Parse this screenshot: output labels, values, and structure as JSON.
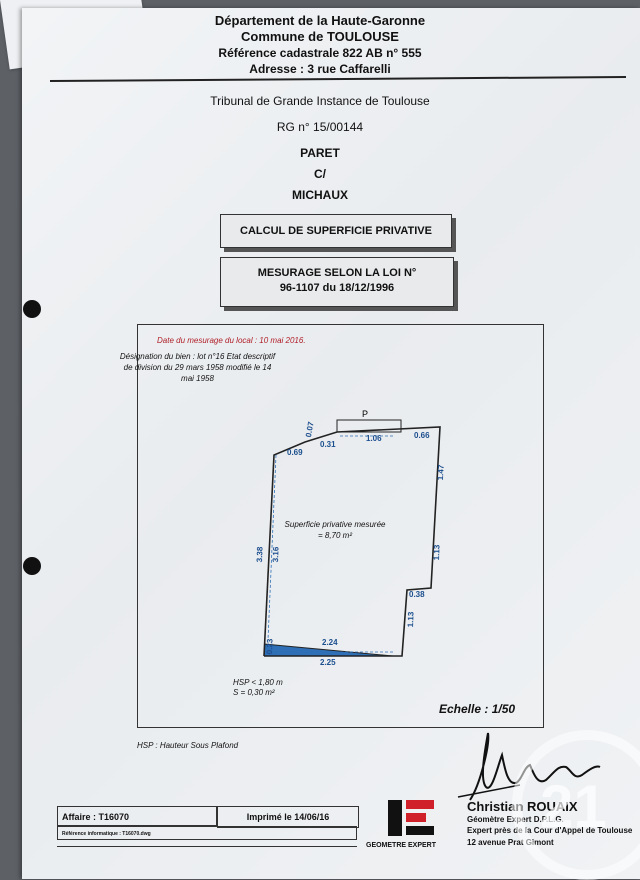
{
  "header": {
    "line1": "Département de la Haute-Garonne",
    "line2": "Commune de TOULOUSE",
    "line3": "Référence cadastrale 822 AB n° 555",
    "line4": "Adresse : 3 rue Caffarelli"
  },
  "case": {
    "tribunal": "Tribunal de Grande Instance de Toulouse",
    "rg": "RG n° 15/00144",
    "party1": "PARET",
    "versus": "C/",
    "party2": "MICHAUX"
  },
  "boxes": {
    "calcul": "CALCUL DE SUPERFICIE PRIVATIVE",
    "mesurage_l1": "MESURAGE SELON LA LOI  N°",
    "mesurage_l2": "96-1107 du 18/12/1996"
  },
  "plan": {
    "date": "Date du mesurage du local : 10 mai 2016.",
    "designation_l1": "Désignation du bien : lot n°16 Etat descriptif",
    "designation_l2": "de division du 29 mars 1958 modifié le 14",
    "designation_l3": "mai 1958",
    "p_label": "P",
    "surface_l1": "Superficie privative mesurée",
    "surface_l2": "= 8,70 m²",
    "dims": {
      "d007": "0.07",
      "d031": "0.31",
      "d106": "1.06",
      "d066": "0.66",
      "d069": "0.69",
      "d147": "1.47",
      "d338": "3.38",
      "d316": "3.16",
      "d113a": "1.13",
      "d038": "0.38",
      "d113b": "1.13",
      "d023": "0.23",
      "d224": "2.24",
      "d225": "2.25"
    },
    "hsp_l1": "HSP < 1,80 m",
    "hsp_l2": "S = 0,30 m²",
    "scale": "Echelle : 1/50"
  },
  "legend": "HSP : Hauteur Sous Plafond",
  "footer": {
    "affaire": "Affaire : T16070",
    "imprime": "Imprimé le 14/06/16",
    "reference": "Référence informatique : T16070.dwg",
    "name": "Christian ROUAIX",
    "title": "Géomètre Expert D.P.L.G.",
    "expert": "Expert près de la Cour d'Appel de Toulouse",
    "address": "12 avenue Prat Gimont",
    "logo_text": "GEOMETRE EXPERT",
    "watermark": "21"
  },
  "colors": {
    "date_red": "#b0202a",
    "hsp_blue": "#2f6fb6",
    "logo_red": "#d0202a"
  }
}
